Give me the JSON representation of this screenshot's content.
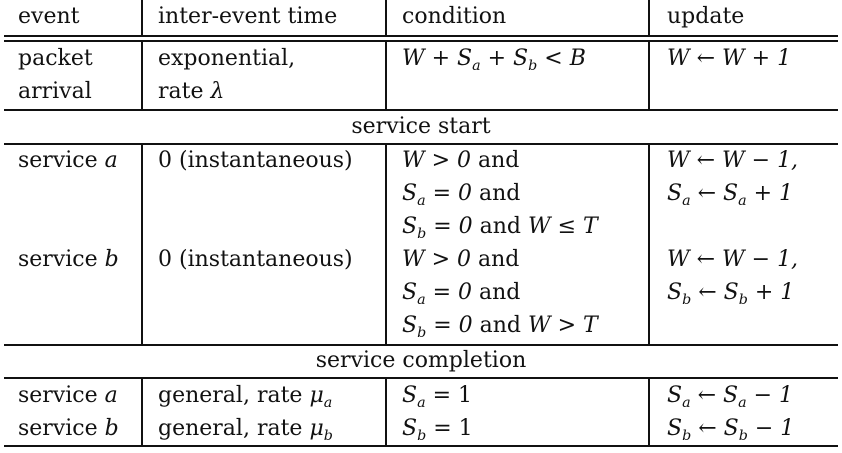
{
  "headers": {
    "event": "event",
    "time": "inter-event time",
    "condition": "condition",
    "update": "update"
  },
  "arrival": {
    "event_l1": "packet",
    "event_l2": "arrival",
    "time_l1": "exponential,",
    "time_l2_prefix": "rate ",
    "time_l2_sym": "λ",
    "cond": "W + S",
    "cond_sub1": "a",
    "cond_mid": " + S",
    "cond_sub2": "b",
    "cond_end": " < B",
    "update": "W ← W + 1"
  },
  "section_start": "service start",
  "service_a": {
    "event_prefix": "service ",
    "event_sym": "a",
    "time": "0 (instantaneous)",
    "c1": "W > 0",
    "c1_and": " and",
    "c2_pre": "S",
    "c2_sub": "a",
    "c2_post": " = 0",
    "c2_and": " and",
    "c3_pre": "S",
    "c3_sub": "b",
    "c3_post": " = 0",
    "c3_and": " and ",
    "c3_end": "W ≤ T",
    "u1": "W ← W − 1,",
    "u2_pre": "S",
    "u2_sub": "a",
    "u2_mid": " ← S",
    "u2_sub2": "a",
    "u2_end": " + 1"
  },
  "service_b": {
    "event_prefix": "service ",
    "event_sym": "b",
    "time": "0 (instantaneous)",
    "c1": "W > 0",
    "c1_and": " and",
    "c2_pre": "S",
    "c2_sub": "a",
    "c2_post": " = 0",
    "c2_and": " and",
    "c3_pre": "S",
    "c3_sub": "b",
    "c3_post": " = 0",
    "c3_and": " and ",
    "c3_end": "W > T",
    "u1": "W ← W − 1,",
    "u2_pre": "S",
    "u2_sub": "b",
    "u2_mid": " ← S",
    "u2_sub2": "b",
    "u2_end": " + 1"
  },
  "section_completion": "service completion",
  "completion_a": {
    "event_prefix": "service ",
    "event_sym": "a",
    "time_prefix": "general, rate ",
    "time_sym": "μ",
    "time_sub": "a",
    "cond_pre": "S",
    "cond_sub": "a",
    "cond_post": " = 1",
    "upd_pre": "S",
    "upd_sub": "a",
    "upd_mid": " ← S",
    "upd_sub2": "a",
    "upd_end": " − 1"
  },
  "completion_b": {
    "event_prefix": "service ",
    "event_sym": "b",
    "time_prefix": "general, rate ",
    "time_sym": "μ",
    "time_sub": "b",
    "cond_pre": "S",
    "cond_sub": "b",
    "cond_post": " = 1",
    "upd_pre": "S",
    "upd_sub": "b",
    "upd_mid": " ← S",
    "upd_sub2": "b",
    "upd_end": " − 1"
  }
}
